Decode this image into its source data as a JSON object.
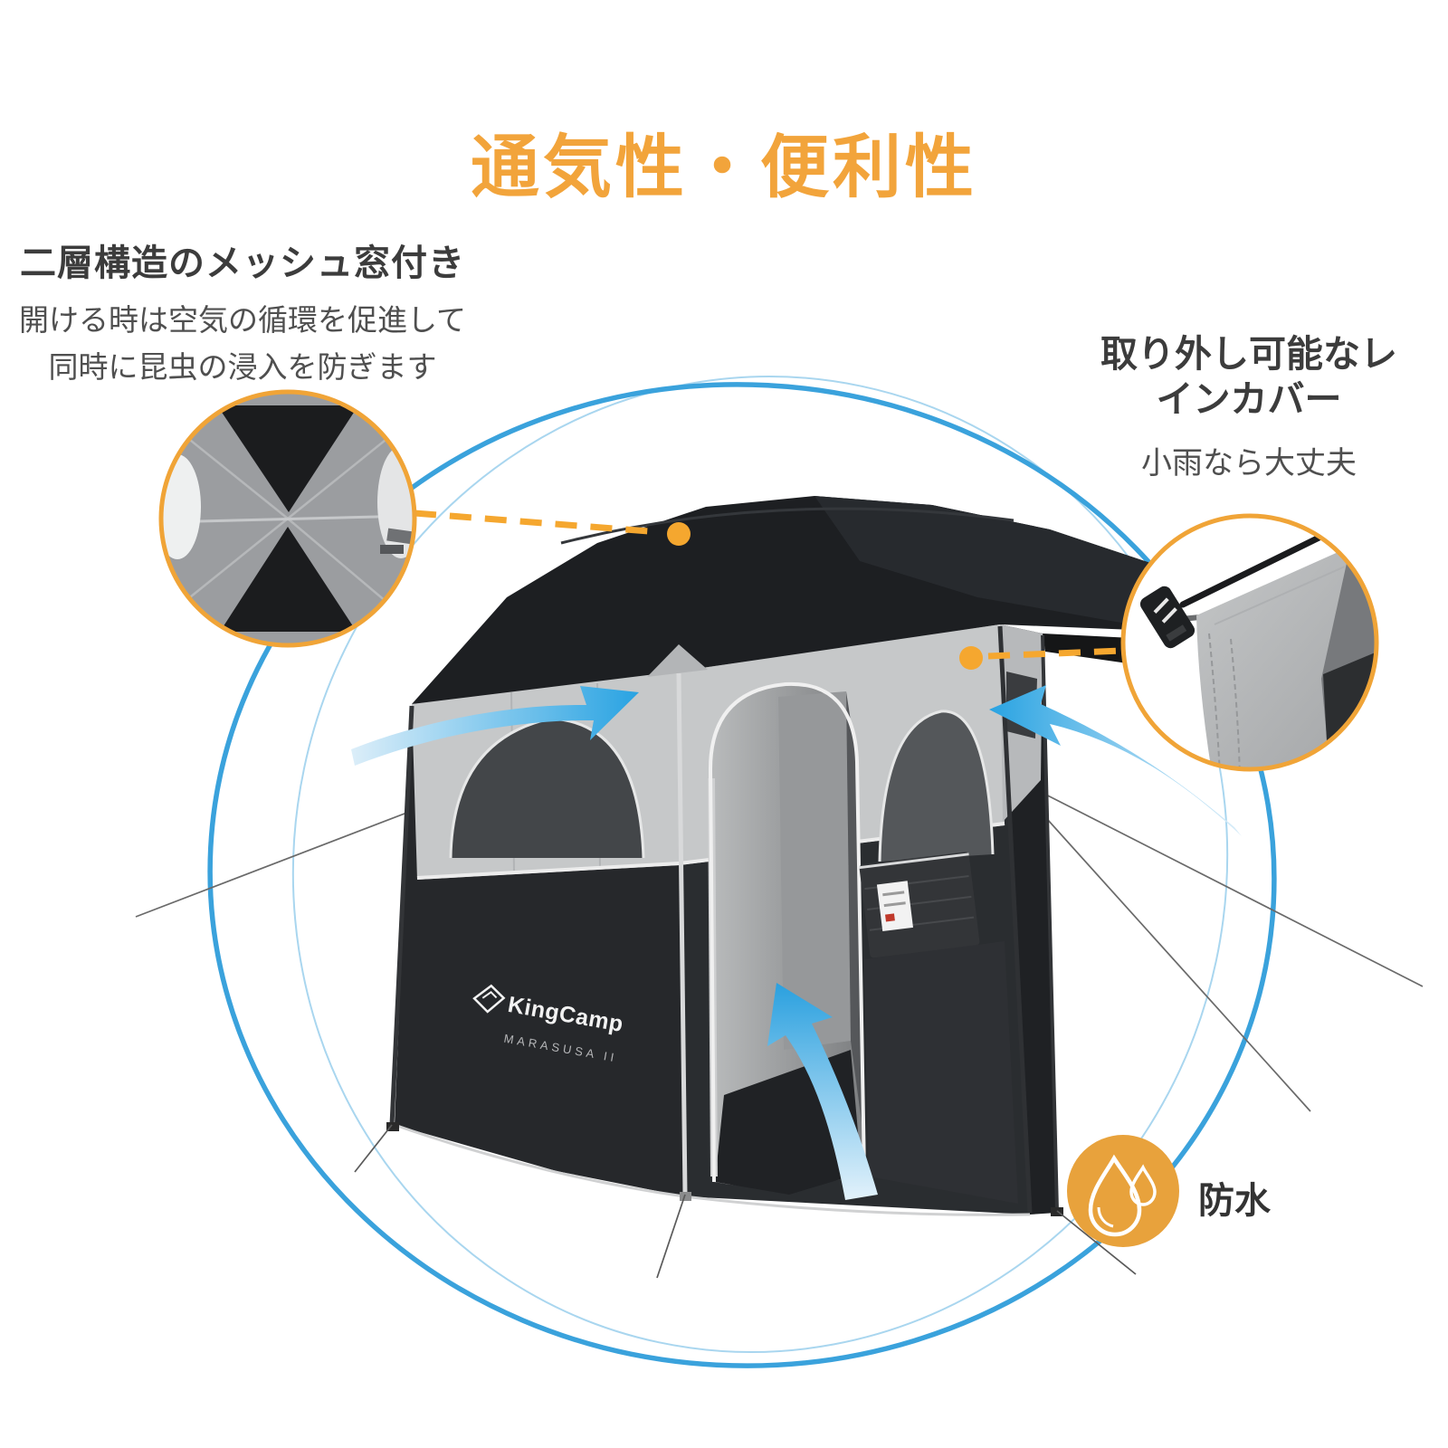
{
  "title": {
    "text": "通気性・便利性"
  },
  "features": {
    "mesh_window": {
      "heading": "二層構造のメッシュ窓付き",
      "body_line1": "開ける時は空気の循環を促進して",
      "body_line2": "同時に昆虫の浸入を防ぎます"
    },
    "rain_cover": {
      "heading": "取り外し可能なレインカバー",
      "subtext": "小雨なら大丈夫"
    },
    "waterproof": {
      "label": "防水"
    }
  },
  "product": {
    "brand": "KingCamp",
    "model": "MARASUSA II"
  },
  "colors": {
    "accent_orange": "#F2A43B",
    "callout_ring_orange": "#F0A437",
    "dashed_line_orange": "#F5A72F",
    "badge_orange": "#E8A23C",
    "circle_blue": "#3AA2DC",
    "circle_blue_light": "#A9D6EF",
    "arrow_blue": "#29A3E2",
    "heading_text": "#3C3C3C",
    "body_text": "#4F4F4F",
    "tent_dark": "#26282B",
    "tent_light_band": "#C6C8C9"
  },
  "icons": {
    "waterproof_badge": "water-drops-icon",
    "brand_mark": "kingcamp-diamond-icon"
  }
}
